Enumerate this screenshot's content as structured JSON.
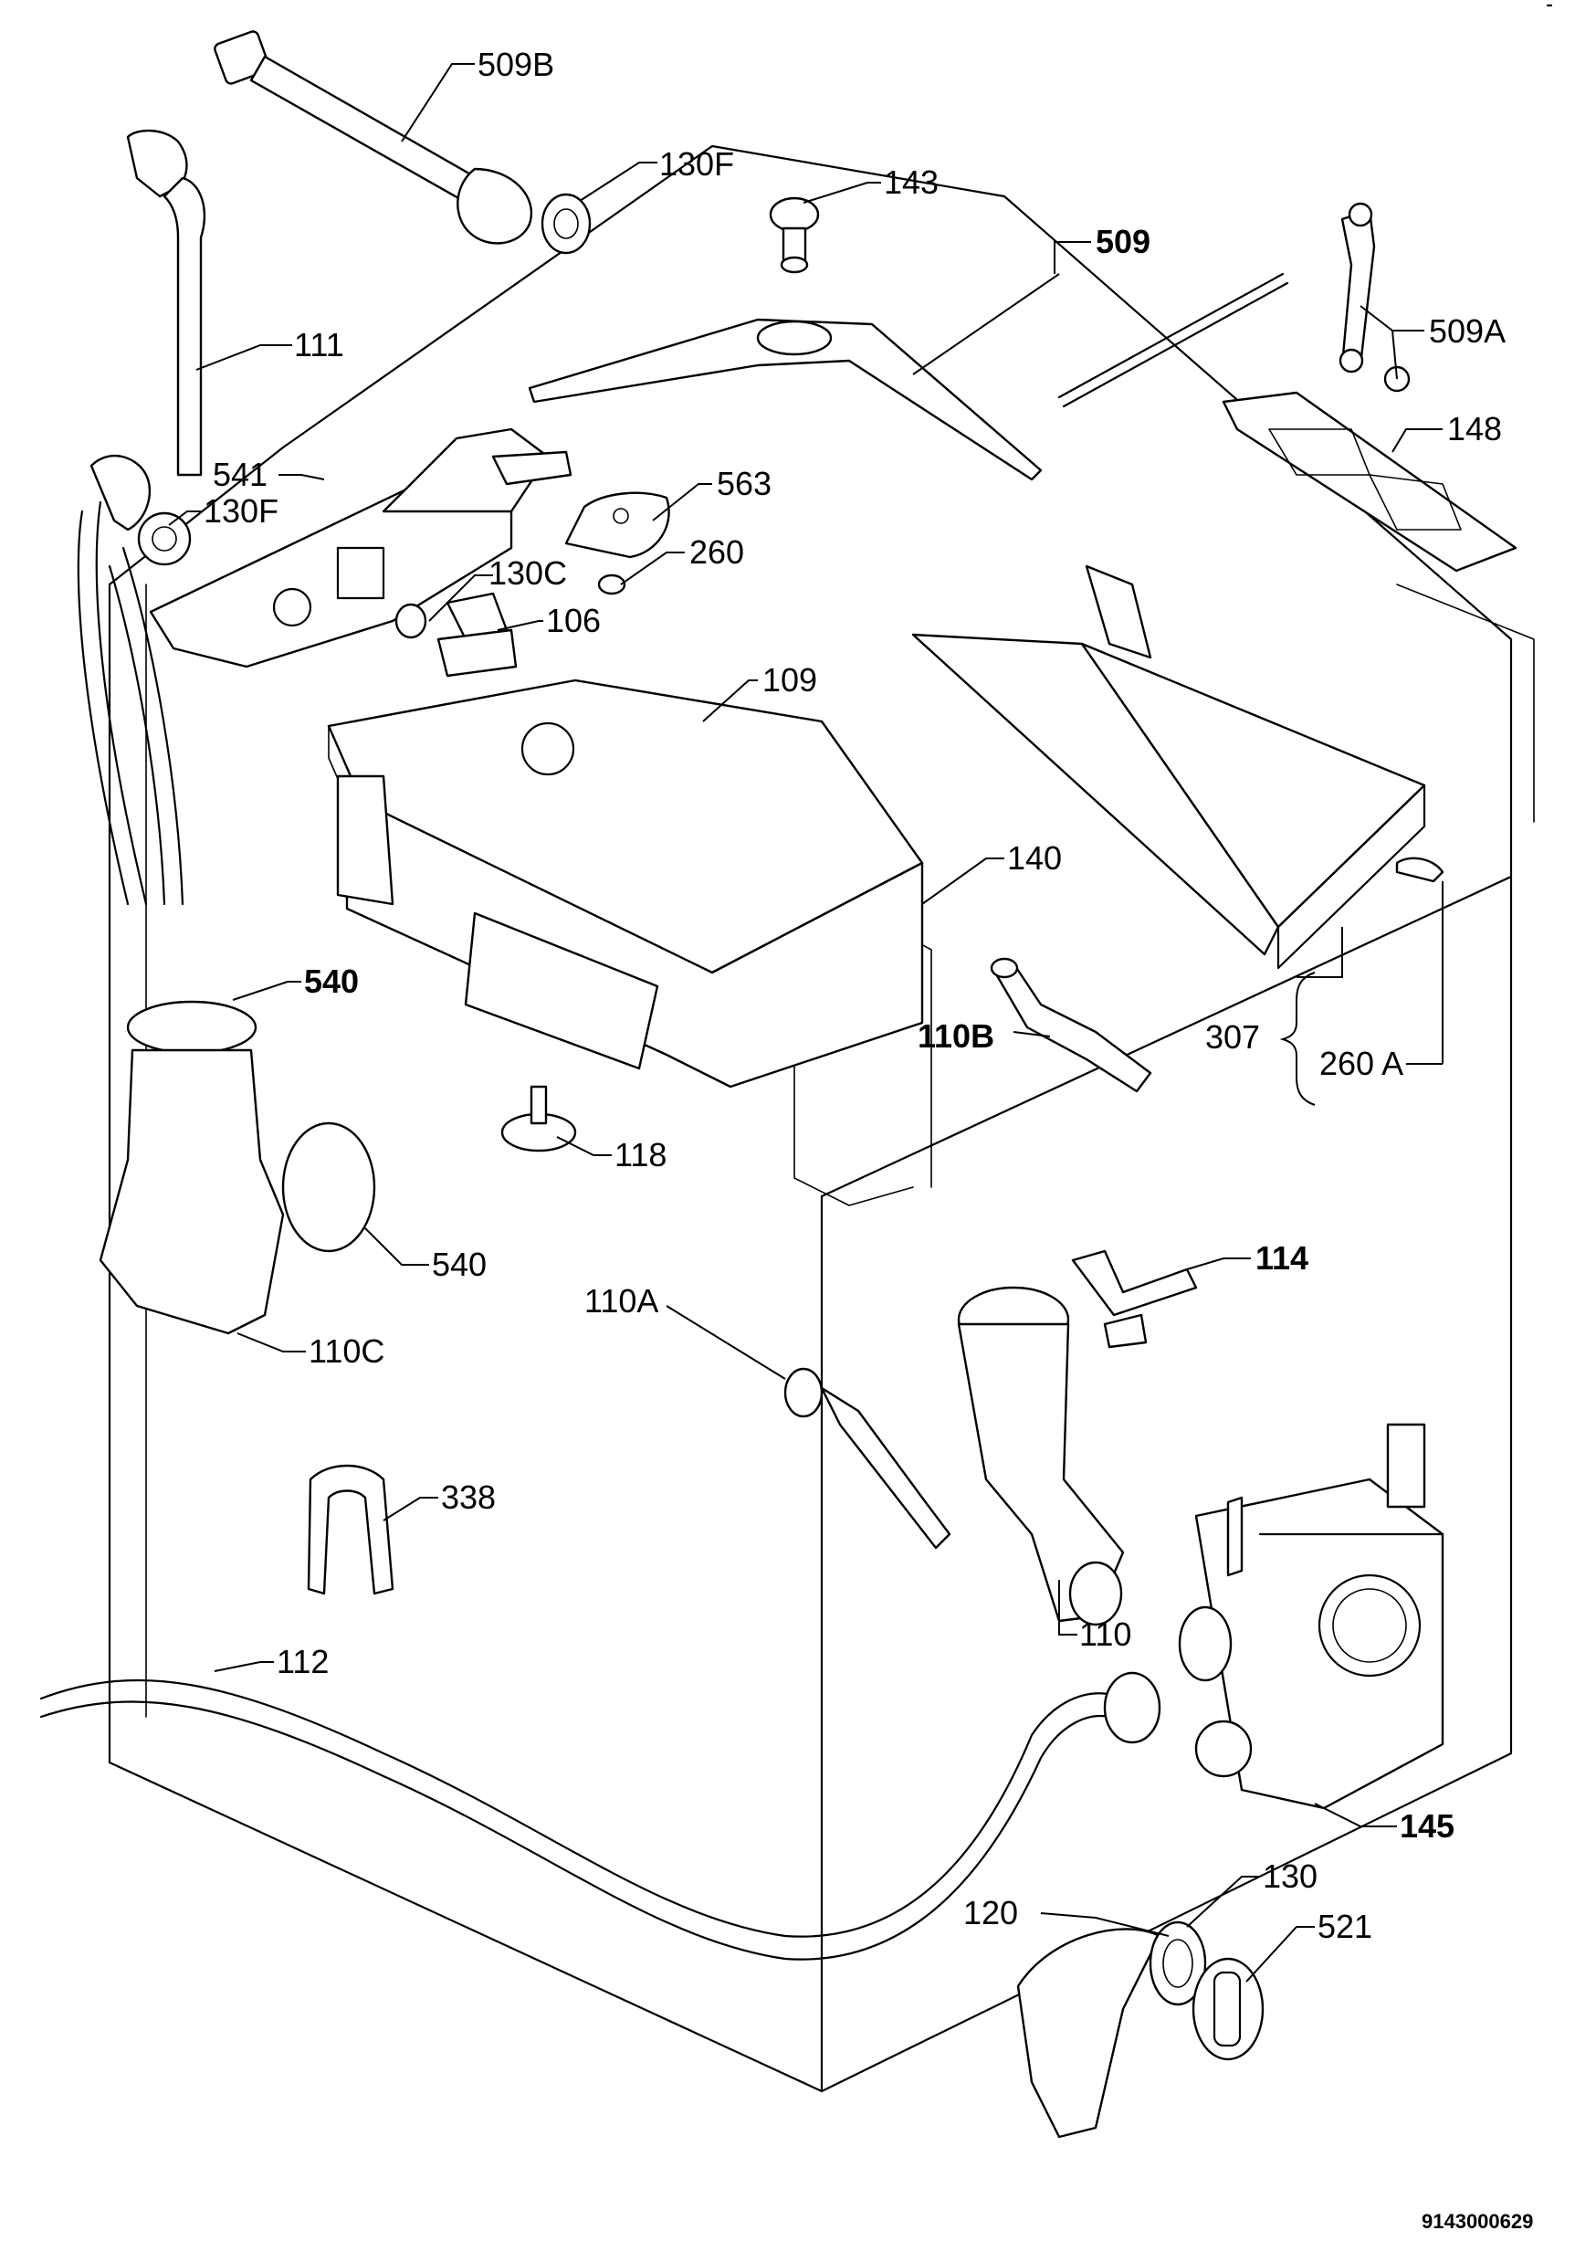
{
  "diagram": {
    "drawing_number": "9143000629",
    "labels": [
      {
        "id": "509B",
        "text": "509B"
      },
      {
        "id": "130F-top",
        "text": "130F"
      },
      {
        "id": "111",
        "text": "111"
      },
      {
        "id": "143",
        "text": "143"
      },
      {
        "id": "509",
        "text": "509"
      },
      {
        "id": "509A",
        "text": "509A"
      },
      {
        "id": "148",
        "text": "148"
      },
      {
        "id": "541",
        "text": "541"
      },
      {
        "id": "130F-left",
        "text": "130F"
      },
      {
        "id": "563",
        "text": "563"
      },
      {
        "id": "260",
        "text": "260"
      },
      {
        "id": "130C",
        "text": "130C"
      },
      {
        "id": "106",
        "text": "106"
      },
      {
        "id": "109",
        "text": "109"
      },
      {
        "id": "140",
        "text": "140"
      },
      {
        "id": "540-top",
        "text": "540"
      },
      {
        "id": "110B",
        "text": "110B"
      },
      {
        "id": "307",
        "text": "307"
      },
      {
        "id": "260A",
        "text": "260 A"
      },
      {
        "id": "118",
        "text": "118"
      },
      {
        "id": "540-bottom",
        "text": "540"
      },
      {
        "id": "114",
        "text": "114"
      },
      {
        "id": "110C",
        "text": "110C"
      },
      {
        "id": "110A",
        "text": "110A"
      },
      {
        "id": "338",
        "text": "338"
      },
      {
        "id": "110",
        "text": "110"
      },
      {
        "id": "112",
        "text": "112"
      },
      {
        "id": "145",
        "text": "145"
      },
      {
        "id": "130",
        "text": "130"
      },
      {
        "id": "120",
        "text": "120"
      },
      {
        "id": "521",
        "text": "521"
      }
    ]
  }
}
